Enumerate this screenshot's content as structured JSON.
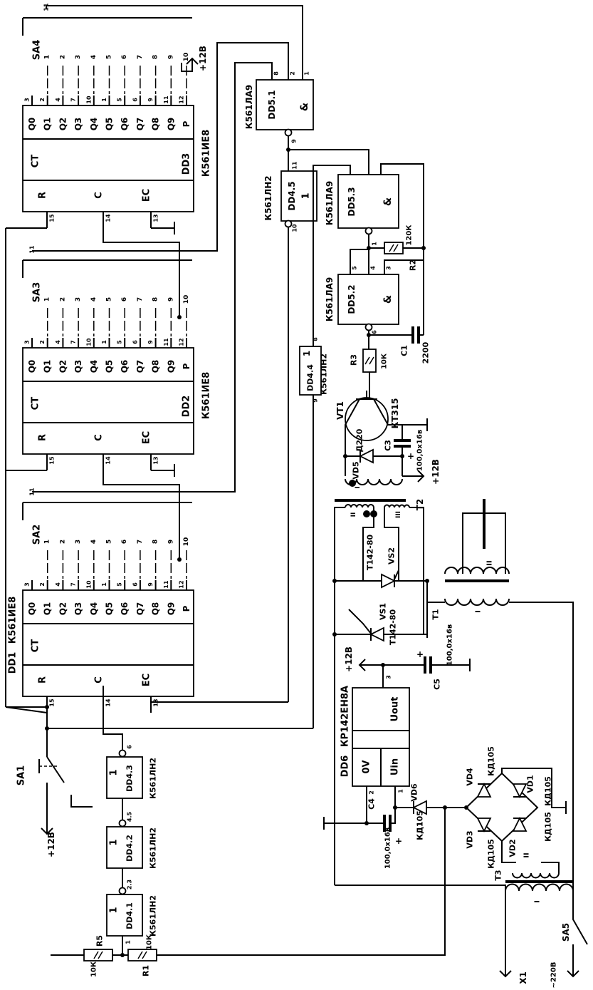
{
  "counters": [
    {
      "ref": "DD3",
      "part": "К561ИЕ8",
      "ct": "CT",
      "inputs": [
        "R",
        "C",
        "EC"
      ],
      "input_pins": [
        "15",
        "14",
        "13"
      ]
    },
    {
      "ref": "DD2",
      "part": "К561ИЕ8",
      "ct": "CT",
      "inputs": [
        "R",
        "C",
        "EC"
      ],
      "input_pins": [
        "15",
        "14",
        "13"
      ]
    },
    {
      "ref": "DD1",
      "part": "К561ИЕ8",
      "ct": "CT",
      "inputs": [
        "R",
        "C",
        "EC"
      ],
      "input_pins": [
        "15",
        "14",
        "13"
      ]
    }
  ],
  "counter_outputs": [
    "Q0",
    "Q1",
    "Q2",
    "Q3",
    "Q4",
    "Q5",
    "Q6",
    "Q7",
    "Q8",
    "Q9",
    "P"
  ],
  "counter_output_pins": [
    "3",
    "2",
    "4",
    "7",
    "10",
    "1",
    "5",
    "6",
    "9",
    "11",
    "12"
  ],
  "switches": [
    {
      "ref": "SA4"
    },
    {
      "ref": "SA3"
    },
    {
      "ref": "SA2"
    }
  ],
  "switch_positions": [
    "1",
    "2",
    "3",
    "4",
    "5",
    "6",
    "7",
    "8",
    "9",
    "10"
  ],
  "switch_common": "11",
  "gates": {
    "dd5_1": {
      "ref": "DD5.1",
      "part": "К561ЛА9",
      "sym": "&",
      "pins": [
        "8",
        "2",
        "1",
        "9"
      ]
    },
    "dd5_2": {
      "ref": "DD5.2",
      "part": "К561ЛА9",
      "sym": "&",
      "pins": [
        "5",
        "4",
        "3",
        "6"
      ]
    },
    "dd5_3": {
      "ref": "DD5.3",
      "part": "К561ЛА9",
      "sym": "&",
      "pins": [
        "1"
      ]
    },
    "dd4_1": {
      "ref": "DD4.1",
      "part": "К561ЛН2",
      "sym": "1",
      "pins": [
        "2.3",
        "1"
      ]
    },
    "dd4_2": {
      "ref": "DD4.2",
      "part": "К561ЛН2",
      "sym": "1",
      "pins": [
        "4.5"
      ]
    },
    "dd4_3": {
      "ref": "DD4.3",
      "part": "К561ЛН2",
      "sym": "1",
      "pins": [
        "6"
      ]
    },
    "dd4_4": {
      "ref": "DD4.4",
      "part": "К561ЛН2",
      "sym": "1",
      "pins": [
        "8",
        "9"
      ]
    },
    "dd4_5": {
      "ref": "DD4.5",
      "part": "К561ЛН2",
      "sym": "1",
      "pins": [
        "11",
        "10"
      ]
    }
  },
  "regulator": {
    "ref": "DD6",
    "part": "КР142ЕН8А",
    "out": "Uout",
    "gnd": "0V",
    "in": "Uin",
    "pins": [
      "3",
      "2",
      "1"
    ]
  },
  "resistors": {
    "r1": {
      "ref": "R1",
      "value": "10К"
    },
    "r2": {
      "ref": "R2",
      "value": "120К"
    },
    "r3": {
      "ref": "R3",
      "value": "10К"
    },
    "r5": {
      "ref": "R5",
      "value": "10К"
    }
  },
  "capacitors": {
    "c1": {
      "ref": "C1",
      "value": "2200"
    },
    "c3": {
      "ref": "C3",
      "value": "100,0х16в"
    },
    "c4": {
      "ref": "C4",
      "value": "100,0х16в"
    },
    "c5": {
      "ref": "C5",
      "value": "100,0х16в"
    }
  },
  "semiconductors": {
    "vt1": {
      "ref": "VT1",
      "part": "КТ315"
    },
    "vd1": {
      "ref": "VD1",
      "part": "КД105"
    },
    "vd2": {
      "ref": "VD2",
      "part": "КД105"
    },
    "vd3": {
      "ref": "VD3",
      "part": "КД105"
    },
    "vd4": {
      "ref": "VD4",
      "part": "КД105"
    },
    "vd5": {
      "ref": "VD5",
      "part": "Д220"
    },
    "vd6": {
      "ref": "VD6",
      "part": "КД105"
    },
    "vs1": {
      "ref": "VS1",
      "part": "Т142-80"
    },
    "vs2": {
      "ref": "VS2",
      "part": "Т142-80"
    }
  },
  "transformers": {
    "t1": {
      "ref": "T1",
      "windings": [
        "I",
        "II"
      ]
    },
    "t2": {
      "ref": "T2",
      "windings": [
        "I",
        "II",
        "III"
      ]
    },
    "t3": {
      "ref": "T3",
      "windings": [
        "I",
        "II"
      ]
    }
  },
  "misc": {
    "sa1": "SA1",
    "sa5": "SA5",
    "x1": "X1",
    "supply": "+12В",
    "mains": "~220В",
    "plus": "+"
  }
}
